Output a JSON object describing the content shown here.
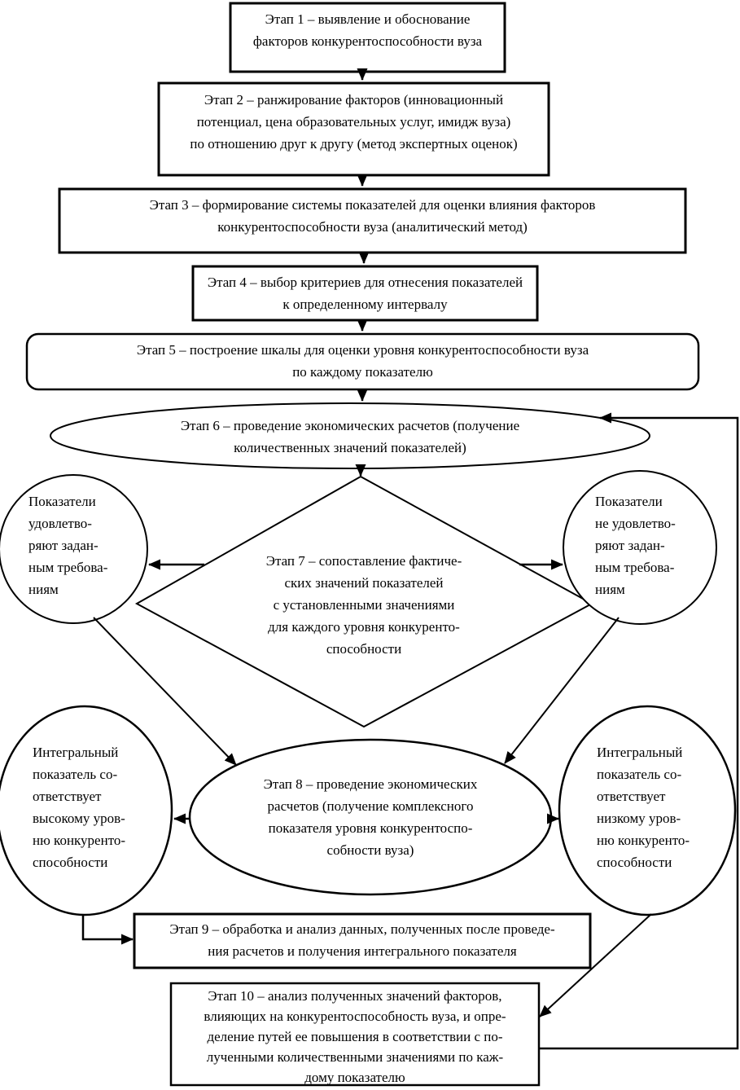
{
  "colors": {
    "ink": "#000000",
    "background": "#ffffff"
  },
  "nodes": {
    "stage1": {
      "shape": "rectangle",
      "lines": [
        "Этап 1 – выявление и обоснование",
        "факторов конкурентоспособности вуза"
      ]
    },
    "stage2": {
      "shape": "rectangle",
      "lines": [
        "Этап 2 – ранжирование факторов (инновационный",
        "потенциал, цена образовательных услуг, имидж вуза)",
        "по отношению  друг к другу (метод экспертных оценок)"
      ]
    },
    "stage3": {
      "shape": "rectangle",
      "lines": [
        "Этап 3 – формирование системы показателей для оценки влияния факторов",
        "конкурентоспособности вуза (аналитический метод)"
      ]
    },
    "stage4": {
      "shape": "rectangle",
      "lines": [
        "Этап 4 – выбор критериев для отнесения показателей",
        "к определенному интервалу"
      ]
    },
    "stage5": {
      "shape": "rounded-rectangle",
      "lines": [
        "Этап 5 – построение шкалы для оценки уровня конкурентоспособности вуза",
        "по каждому показателю"
      ]
    },
    "stage6": {
      "shape": "ellipse",
      "lines": [
        "Этап 6 – проведение экономических расчетов (получение",
        "количественных значений показателей)"
      ]
    },
    "stage7": {
      "shape": "diamond",
      "lines": [
        "Этап 7 – сопоставление фактиче-",
        "ских значений  показателей",
        "с установленными значениями",
        "для каждого уровня конкуренто-",
        "способности"
      ]
    },
    "satisfy": {
      "shape": "circle",
      "lines": [
        "Показатели",
        "удовлетво-",
        "ряют задан-",
        "ным требова-",
        "ниям"
      ]
    },
    "not_satisfy": {
      "shape": "circle",
      "lines": [
        "Показатели",
        "не удовлетво-",
        "ряют задан-",
        "ным требова-",
        "ниям"
      ]
    },
    "stage8": {
      "shape": "ellipse",
      "lines": [
        "Этап 8 – проведение экономических",
        "расчетов (получение комплексного",
        "показателя уровня конкурентоспо-",
        "собности вуза)"
      ]
    },
    "integral_high": {
      "shape": "ellipse",
      "lines": [
        "Интегральный",
        "показатель со-",
        "ответствует",
        "высокому уров-",
        "ню конкуренто-",
        "способности"
      ]
    },
    "integral_low": {
      "shape": "ellipse",
      "lines": [
        "Интегральный",
        "показатель со-",
        "ответствует",
        "низкому уров-",
        "ню конкуренто-",
        "способности"
      ]
    },
    "stage9": {
      "shape": "rectangle",
      "lines": [
        "Этап 9 – обработка и анализ данных, полученных после проведе-",
        "ния расчетов и получения интегрального показателя"
      ]
    },
    "stage10": {
      "shape": "rectangle",
      "lines": [
        "Этап 10 – анализ полученных значений  факторов,",
        "влияющих на конкурентоспособность вуза, и опре-",
        "деление путей ее повышения в соответствии с по-",
        "лученными количественными значениями по каж-",
        "дому показателю"
      ]
    }
  },
  "edges": [
    {
      "from": "stage1",
      "to": "stage2"
    },
    {
      "from": "stage2",
      "to": "stage3"
    },
    {
      "from": "stage3",
      "to": "stage4"
    },
    {
      "from": "stage4",
      "to": "stage5"
    },
    {
      "from": "stage5",
      "to": "stage6"
    },
    {
      "from": "stage6",
      "to": "stage7"
    },
    {
      "from": "stage7",
      "to": "satisfy"
    },
    {
      "from": "stage7",
      "to": "not_satisfy"
    },
    {
      "from": "satisfy",
      "to": "stage8"
    },
    {
      "from": "not_satisfy",
      "to": "stage8"
    },
    {
      "from": "stage8",
      "to": "integral_high"
    },
    {
      "from": "stage8",
      "to": "integral_low"
    },
    {
      "from": "integral_high",
      "to": "stage9"
    },
    {
      "from": "integral_low",
      "to": "stage10"
    },
    {
      "from": "stage10",
      "to": "stage6"
    }
  ]
}
